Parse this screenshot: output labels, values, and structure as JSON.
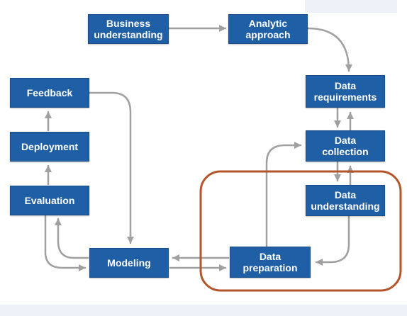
{
  "nodes": {
    "business_understanding": "Business\nunderstanding",
    "analytic_approach": "Analytic\napproach",
    "data_requirements": "Data\nrequirements",
    "data_collection": "Data\ncollection",
    "data_understanding": "Data\nunderstanding",
    "data_preparation": "Data\npreparation",
    "modeling": "Modeling",
    "evaluation": "Evaluation",
    "deployment": "Deployment",
    "feedback": "Feedback"
  },
  "colors": {
    "box_fill": "#1f5fa5",
    "arrow": "#a0a0a0",
    "highlight": "#b5562a"
  }
}
